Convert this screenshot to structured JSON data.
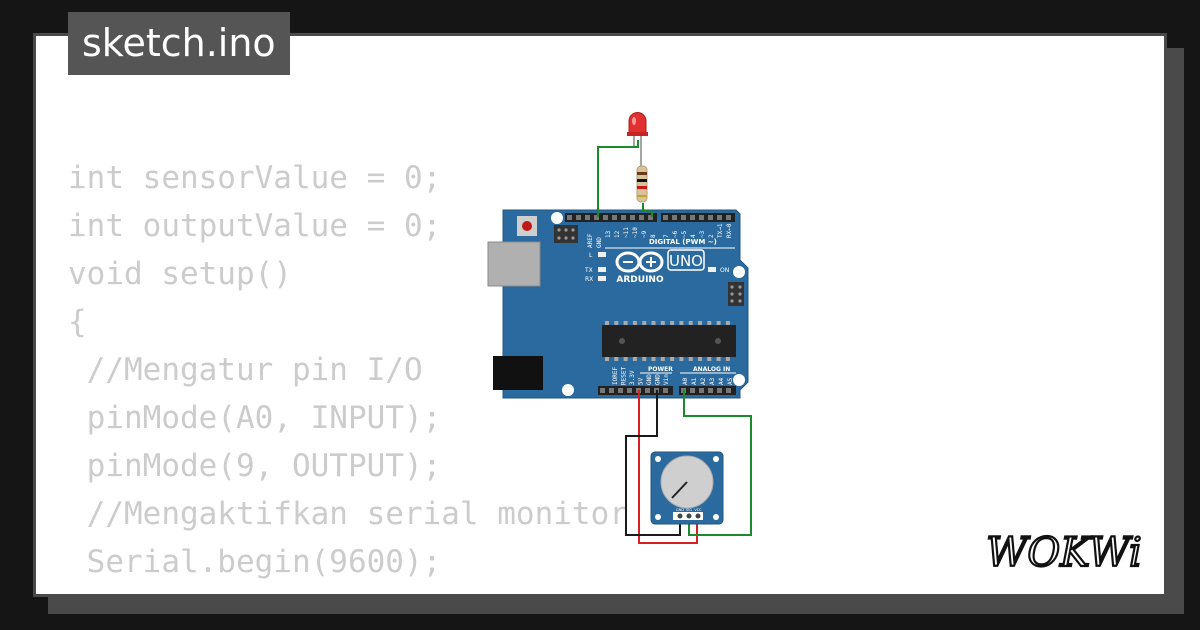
{
  "tab": {
    "filename": "sketch.ino"
  },
  "code": {
    "lines": [
      "int sensorValue = 0;",
      "int outputValue = 0;",
      "void setup()",
      "{",
      " //Mengatur pin I/O",
      " pinMode(A0, INPUT);",
      " pinMode(9, OUTPUT);",
      " //Mengaktifkan serial monitor",
      " Serial.begin(9600);",
      "}"
    ]
  },
  "board": {
    "model": "UNO",
    "brand": "ARDUINO",
    "label_aref": "AREF",
    "label_gnd_top": "GND",
    "digital_pins": [
      "13",
      "12",
      "~11",
      "~10",
      "~9",
      "8",
      "7",
      "~6",
      "~5",
      "4",
      "~3",
      "2",
      "TX→1",
      "RX←0"
    ],
    "label_digital": "DIGITAL (PWM ~)",
    "label_l": "L",
    "label_tx": "TX",
    "label_rx": "RX",
    "label_on": "ON",
    "label_power": "POWER",
    "label_analog": "ANALOG IN",
    "power_pins": [
      "IOREF",
      "RESET",
      "3.3V",
      "5V",
      "GND",
      "GND",
      "Vin"
    ],
    "analog_pins": [
      "A0",
      "A1",
      "A2",
      "A3",
      "A4",
      "A5"
    ]
  },
  "potentiometer": {
    "pins": [
      "GND",
      "SIG",
      "VCC"
    ]
  },
  "logo": {
    "text": "WOKWi"
  },
  "colors": {
    "board": "#2b6a9e",
    "wire_green": "#1a8a2a",
    "wire_red": "#d42020",
    "wire_black": "#1a1a1a",
    "led_red": "#e03030",
    "code_text": "#cccccc",
    "tab_bg": "#555555"
  }
}
